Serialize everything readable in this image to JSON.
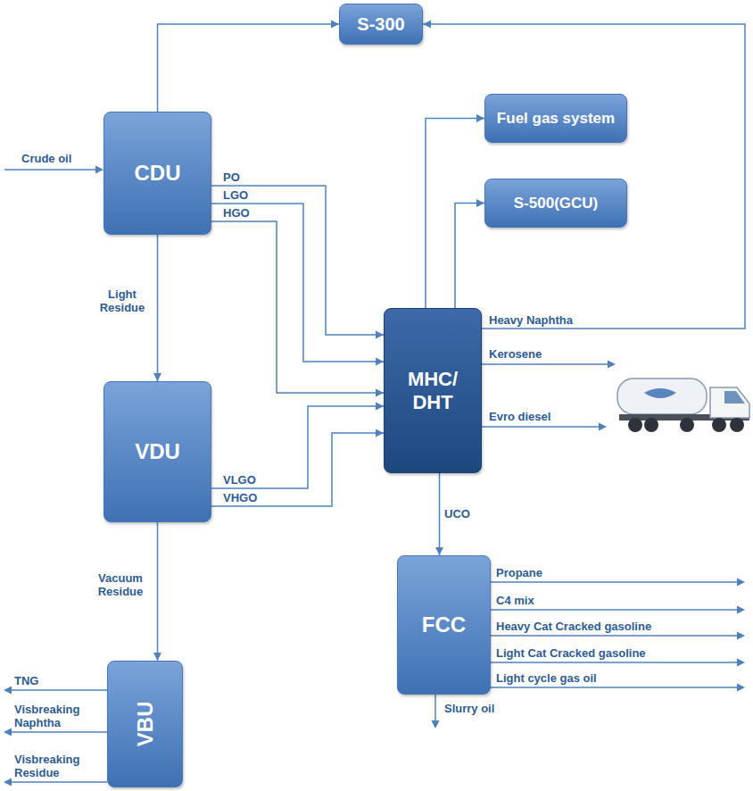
{
  "diagram": {
    "nodes": [
      {
        "text": [
          "S-300"
        ]
      },
      {
        "text": [
          "Fuel gas system"
        ]
      },
      {
        "text": [
          "S-500(GCU)"
        ]
      },
      {
        "text": [
          "CDU"
        ]
      },
      {
        "text": [
          "MHC/ DHT"
        ]
      },
      {
        "text": [
          "VDU"
        ]
      },
      {
        "text": [
          "FCC"
        ]
      },
      {
        "text": [
          "VBU"
        ]
      }
    ],
    "edges": [
      {
        "from": 3,
        "to": 0,
        "arrow": "to"
      },
      {
        "from": 3,
        "to": 4,
        "label": "PO",
        "arrow": "to"
      },
      {
        "from": 3,
        "to": 4,
        "label": "LGO",
        "arrow": "to"
      },
      {
        "from": 3,
        "to": 4,
        "label": "HGO",
        "arrow": "to"
      },
      {
        "from": 3,
        "to": 5,
        "label": "Light Residue",
        "arrow": "to"
      },
      {
        "from": 4,
        "to": 1,
        "arrow": "to"
      },
      {
        "from": 4,
        "to": 2,
        "arrow": "to"
      },
      {
        "from": 4,
        "to": 0,
        "label": "Heavy Naphtha",
        "arrow": "to"
      },
      {
        "from": 5,
        "to": 4,
        "label": "VLGO",
        "arrow": "to"
      },
      {
        "from": 5,
        "to": 4,
        "label": "VHGO",
        "arrow": "to"
      },
      {
        "from": 4,
        "to": 6,
        "label": "UCO",
        "arrow": "to"
      },
      {
        "from": 5,
        "to": 7,
        "label": "Vacuum Residue",
        "arrow": "to"
      }
    ],
    "labels": [
      "Crude oil",
      "Kerosene",
      "Evro diesel",
      "Propane",
      "C4 mix",
      "Heavy Cat Cracked gasoline",
      "Light Cat Cracked gasoline",
      "Light cycle gas oil",
      "Slurry oil",
      "TNG",
      "Visbreaking Naphtha",
      "Visbreaking Residue"
    ]
  }
}
